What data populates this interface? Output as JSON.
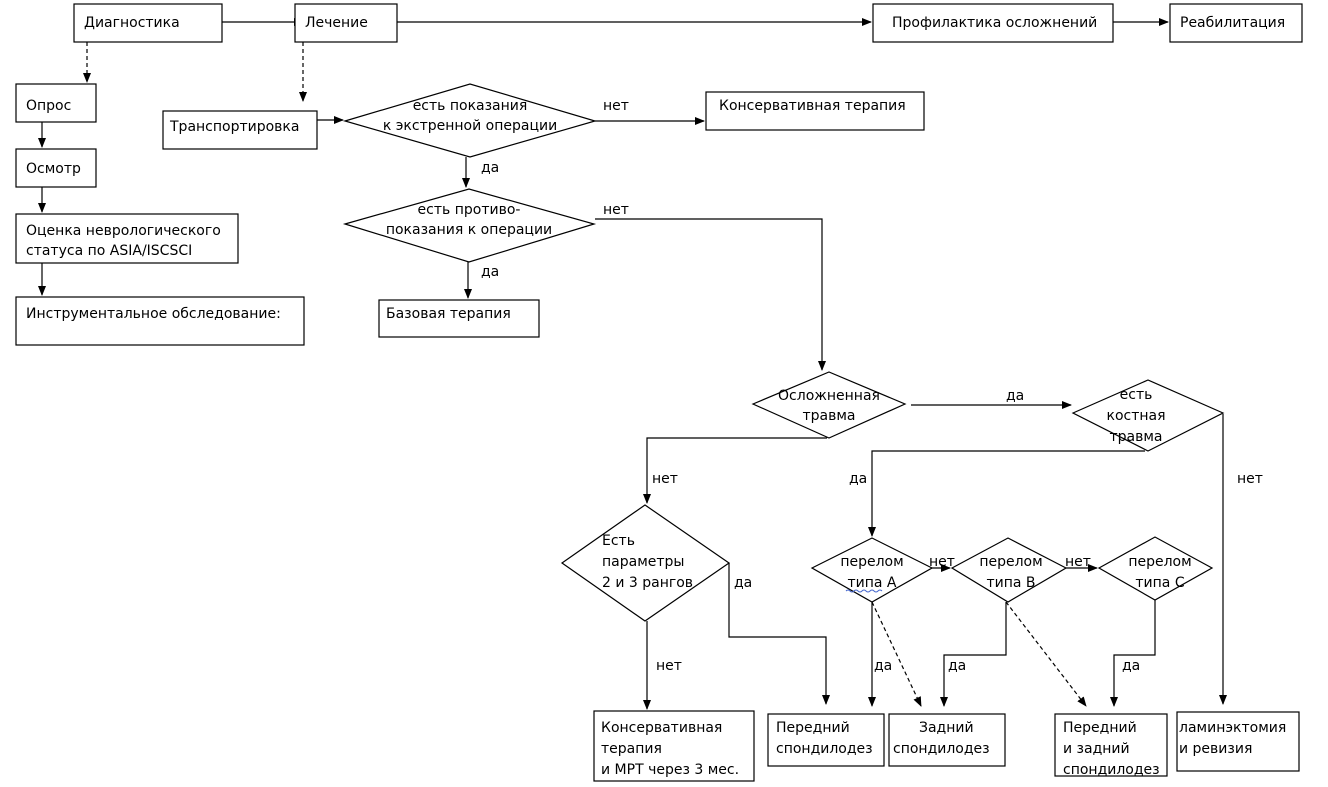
{
  "nodes": {
    "diagnostika": "Диагностика",
    "lechenie": "Лечение",
    "profilaktika": "Профилактика осложнений",
    "reabilitaciya": "Реабилитация",
    "opros": "Опрос",
    "osmotr": "Осмотр",
    "ocenka": [
      "Оценка неврологического",
      "статуса по ASIA/ISCSCI"
    ],
    "instrumentalnoe": "Инструментальное обследование:",
    "transportirovka": "Транспортировка",
    "ekstrennaya": [
      "есть показания",
      "к экстренной операции"
    ],
    "konservativnaya_1": "Консервативная терапия",
    "protivopokazaniya": [
      "есть противо-",
      "показания к операции"
    ],
    "bazovaya": "Базовая терапия",
    "oslozhnennaya": [
      "Осложненная",
      "травма"
    ],
    "kostnaya": [
      "есть",
      "костная",
      "травма"
    ],
    "parametry": [
      "Есть",
      "параметры",
      "2 и 3 рангов"
    ],
    "perelom_a": [
      "перелом",
      "типа А"
    ],
    "perelom_b": [
      "перелом",
      "типа В"
    ],
    "perelom_c": [
      "перелом",
      "типа С"
    ],
    "konservativnaya_mrt": [
      "Консервативная",
      "терапия",
      "и МРТ через 3 мес."
    ],
    "peredniy": [
      "Передний",
      "спондилодез"
    ],
    "zadniy": [
      "Задний",
      "спондилодез"
    ],
    "peredniy_zadniy": [
      "Передний",
      "и задний",
      "спондилодез"
    ],
    "laminektomiya": [
      "ламинэктомия",
      "и ревизия"
    ]
  },
  "edge_labels": {
    "net": "нет",
    "da": "да"
  }
}
